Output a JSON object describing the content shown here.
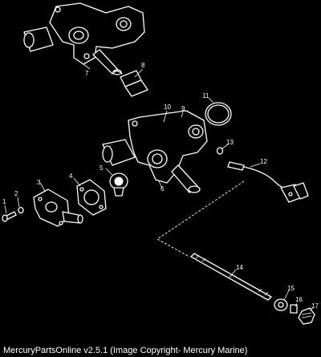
{
  "callouts": [
    "1",
    "2",
    "3",
    "4",
    "5",
    "6",
    "7",
    "8",
    "9",
    "10",
    "11",
    "12",
    "13",
    "14",
    "15",
    "16",
    "17"
  ],
  "footer": {
    "caption": "MercuryPartsOnline v2.5.1 (Image Copyright- Mercury Marine)"
  },
  "colors": {
    "background": "#000000",
    "linework": "#ffffff"
  }
}
